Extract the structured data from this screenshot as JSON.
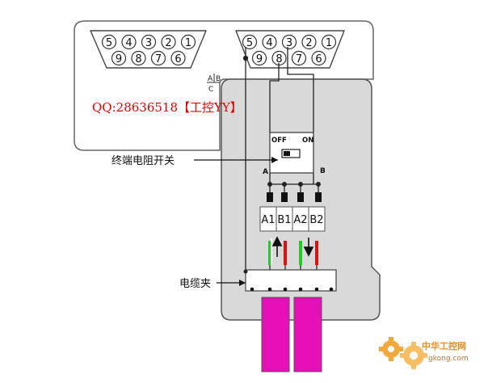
{
  "left_connector": {
    "top_pins": [
      "5",
      "4",
      "3",
      "2",
      "1"
    ],
    "bottom_pins": [
      "9",
      "8",
      "7",
      "6"
    ]
  },
  "right_connector": {
    "top_pins": [
      "5",
      "4",
      "3",
      "2",
      "1"
    ],
    "bottom_pins": [
      "9",
      "8",
      "7",
      "6"
    ]
  },
  "small_marks": {
    "a": "A",
    "b": "B",
    "c": "C"
  },
  "watermark_qq": "QQ:28636518【工控YY】",
  "switch": {
    "off": "OFF",
    "on": "ON"
  },
  "side_a": "A",
  "side_b": "B",
  "terminals": [
    "A1",
    "B1",
    "A2",
    "B2"
  ],
  "label_terminator": "终端电阻开关",
  "label_cable_clamp": "电缆夹",
  "logo_cn": "中华工控网",
  "logo_url": "gkong.com",
  "colors": {
    "housing_fill": "#d9d9d9",
    "outline": "#555555",
    "qq_red": "#e00000",
    "cable_magenta": "#e60fb8",
    "wire_green": "#22cc22",
    "wire_red": "#dd1111",
    "logo_orange": "#f29a1a"
  }
}
